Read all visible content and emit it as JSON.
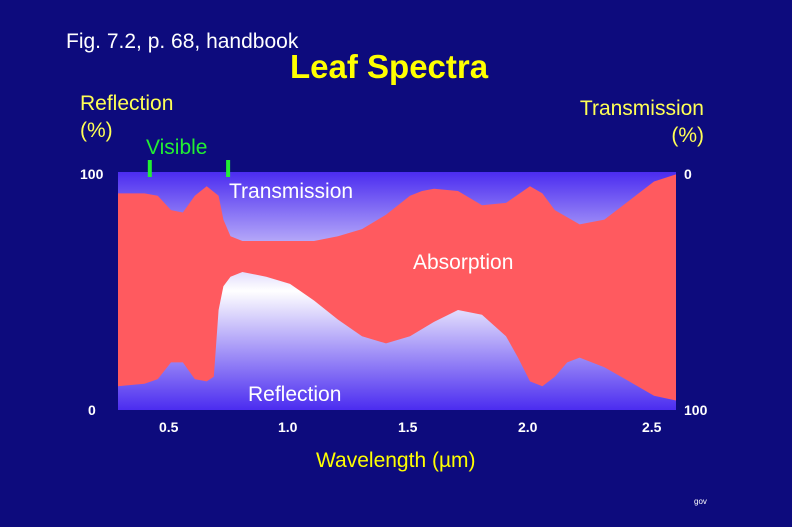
{
  "figure_ref": "Fig. 7.2, p. 68, handbook",
  "credit": "gov",
  "colors": {
    "background": "#0d0b7d",
    "absorption": "#ff5a5f",
    "gradient_dark": "#4b2cf0",
    "gradient_light": "#ffffff",
    "visible_marker": "#22ee33",
    "title": "#ffff00"
  },
  "chart_data": {
    "type": "area",
    "title": "Leaf Spectra",
    "xlabel": "Wavelength (µm)",
    "ylabel_left_line1": "Reflection",
    "ylabel_left_line2": "(%)",
    "ylabel_right_line1": "Transmission",
    "ylabel_right_line2": "(%)",
    "xlim": [
      0.3,
      2.55
    ],
    "ylim": [
      0,
      100
    ],
    "x_ticks": [
      {
        "value": 0.5,
        "label": "0.5"
      },
      {
        "value": 1.0,
        "label": "1.0"
      },
      {
        "value": 1.5,
        "label": "1.5"
      },
      {
        "value": 2.0,
        "label": "2.0"
      },
      {
        "value": 2.5,
        "label": "2.5"
      }
    ],
    "y_ticks_left": [
      {
        "value": 100,
        "label": "100"
      },
      {
        "value": 0,
        "label": "0"
      }
    ],
    "y_ticks_right": [
      {
        "value": 100,
        "label": "0"
      },
      {
        "value": 0,
        "label": "100"
      }
    ],
    "visible_band": {
      "label": "Visible",
      "x_start": 0.42,
      "x_end": 0.74
    },
    "region_labels": {
      "transmission": "Transmission",
      "absorption": "Absorption",
      "reflection": "Reflection"
    },
    "series": [
      {
        "name": "Transmission",
        "x": [
          0.3,
          0.4,
          0.45,
          0.5,
          0.55,
          0.6,
          0.65,
          0.7,
          0.72,
          0.75,
          0.8,
          0.9,
          1.0,
          1.1,
          1.2,
          1.3,
          1.4,
          1.5,
          1.55,
          1.6,
          1.7,
          1.8,
          1.9,
          2.0,
          2.05,
          2.1,
          2.2,
          2.3,
          2.4,
          2.5,
          2.55
        ],
        "values": [
          91,
          91,
          90,
          84,
          83,
          90,
          94,
          90,
          80,
          73,
          71,
          71,
          71,
          71,
          73,
          76,
          82,
          90,
          92,
          93,
          92,
          86,
          87,
          94,
          91,
          84,
          78,
          80,
          88,
          96,
          99
        ]
      },
      {
        "name": "Reflection",
        "x": [
          0.3,
          0.4,
          0.45,
          0.5,
          0.55,
          0.6,
          0.65,
          0.68,
          0.7,
          0.72,
          0.75,
          0.8,
          0.9,
          1.0,
          1.1,
          1.2,
          1.3,
          1.4,
          1.5,
          1.6,
          1.7,
          1.8,
          1.9,
          1.95,
          2.0,
          2.05,
          2.1,
          2.15,
          2.2,
          2.3,
          2.4,
          2.5,
          2.55
        ],
        "values": [
          10,
          11,
          13,
          20,
          20,
          13,
          12,
          14,
          42,
          52,
          56,
          58,
          56,
          53,
          46,
          38,
          31,
          28,
          31,
          37,
          42,
          40,
          31,
          22,
          12,
          10,
          14,
          20,
          22,
          18,
          12,
          6,
          4
        ]
      }
    ]
  }
}
